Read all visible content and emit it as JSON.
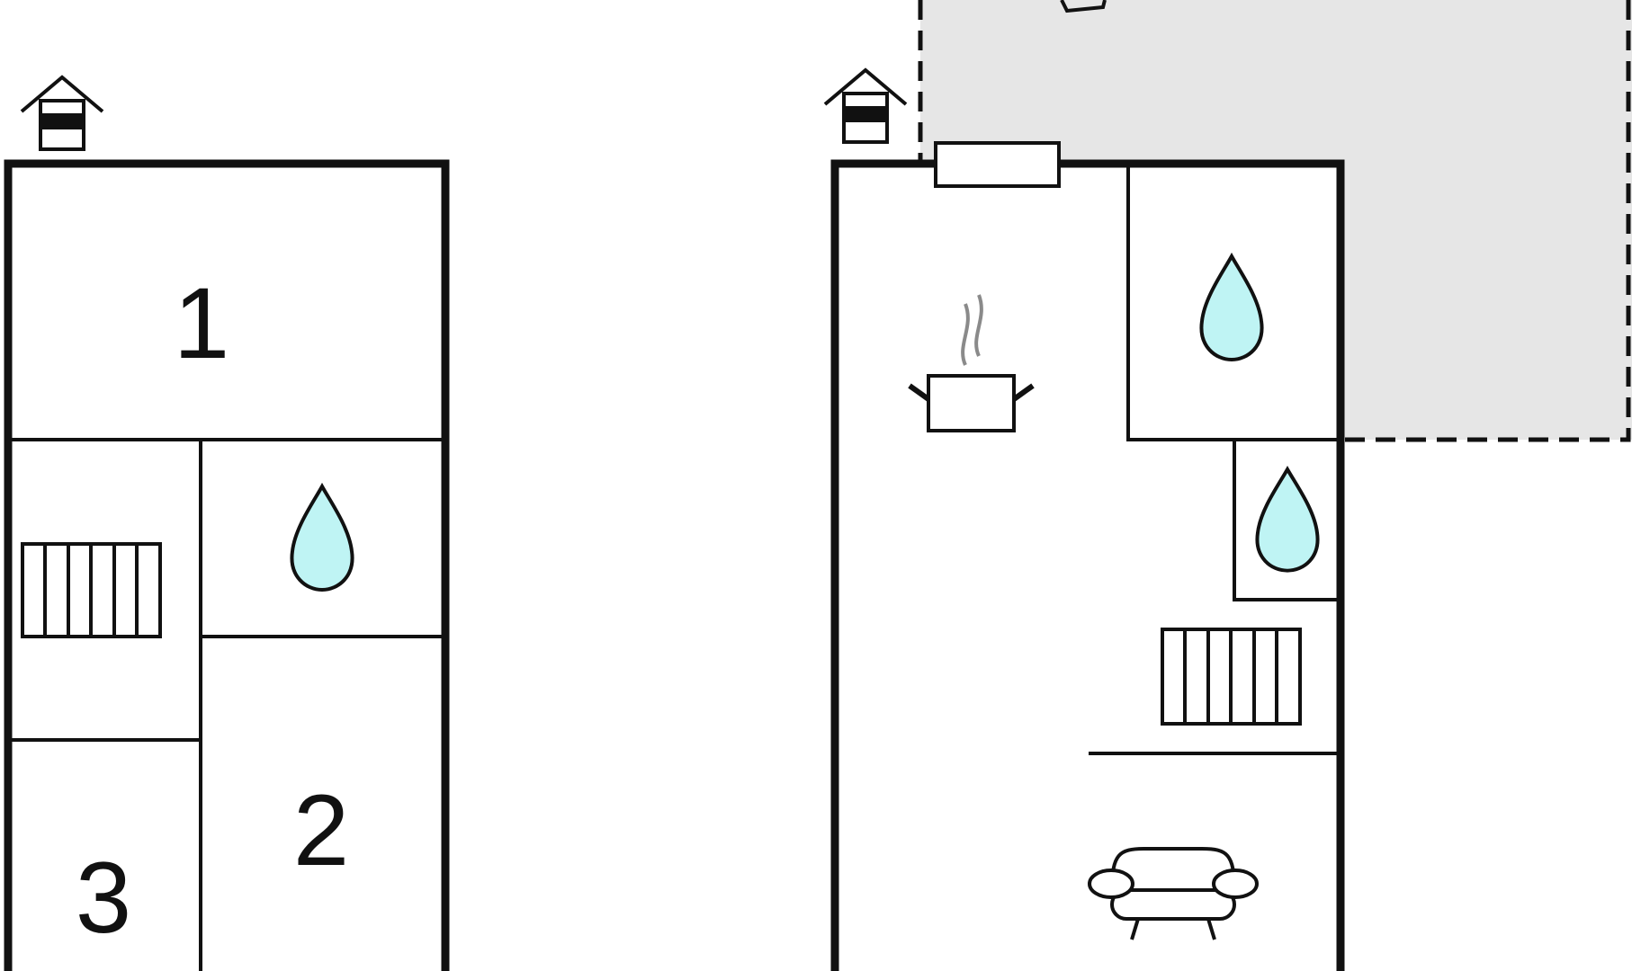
{
  "colors": {
    "line": "#111111",
    "water": "#bff4f4",
    "terrace": "#e6e6e6",
    "steam": "#8a8a8a"
  },
  "icons": {
    "entrance": "house-entrance-icon",
    "bathroom": "water-drop-icon",
    "kitchen": "cooking-pot-icon",
    "living": "sofa-icon",
    "stairs": "stairs-icon"
  },
  "rooms": [
    {
      "label": "1"
    },
    {
      "label": "2"
    },
    {
      "label": "3"
    }
  ]
}
